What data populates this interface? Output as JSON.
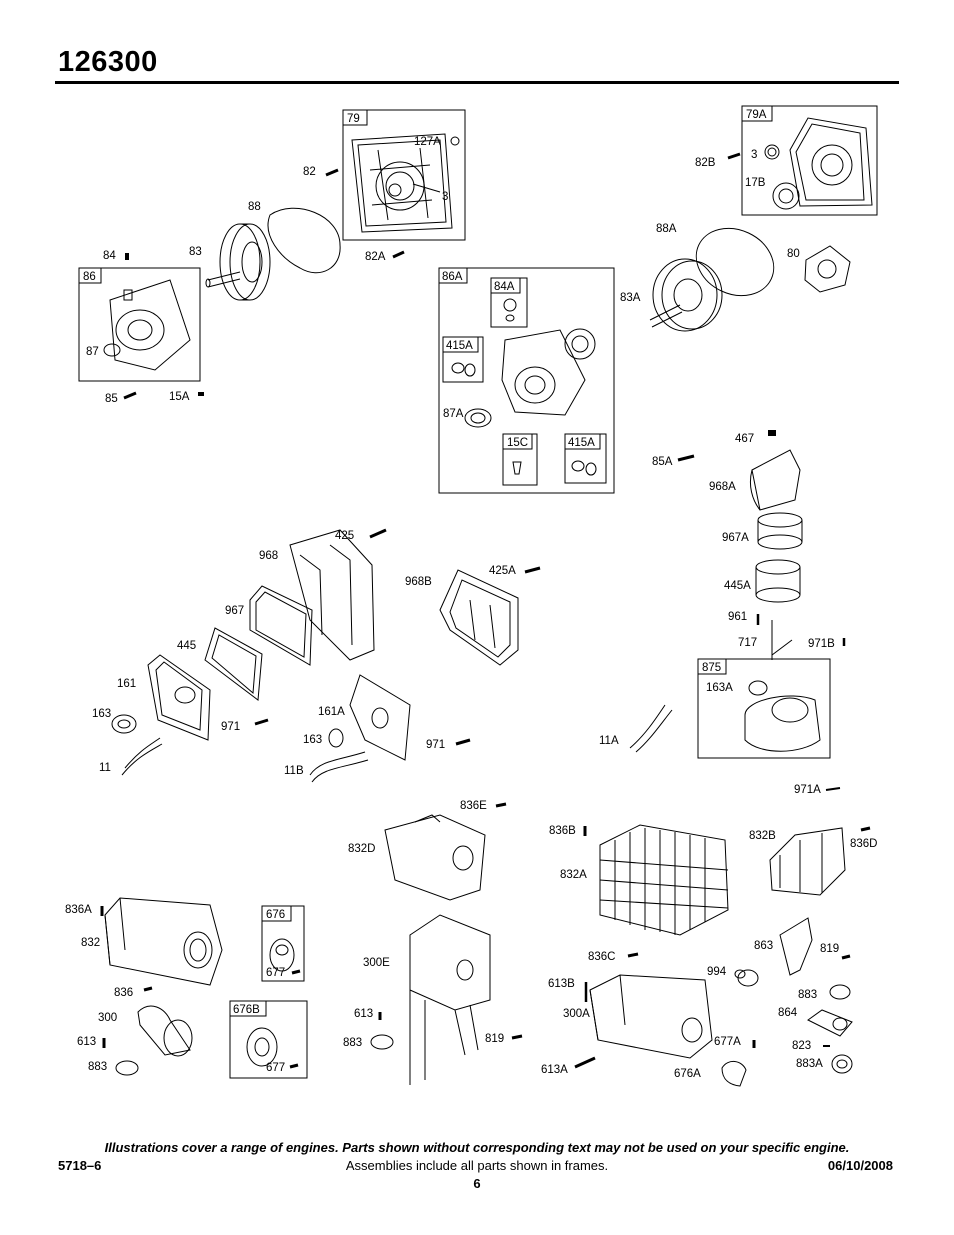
{
  "header": {
    "model": "126300"
  },
  "frames": [
    {
      "id": "f-79",
      "label": "79"
    },
    {
      "id": "f-79A",
      "label": "79A"
    },
    {
      "id": "f-86",
      "label": "86"
    },
    {
      "id": "f-86A",
      "label": "86A"
    },
    {
      "id": "f-84A",
      "label": "84A"
    },
    {
      "id": "f-415A-1",
      "label": "415A"
    },
    {
      "id": "f-15C",
      "label": "15C"
    },
    {
      "id": "f-415A-2",
      "label": "415A"
    },
    {
      "id": "f-875",
      "label": "875"
    },
    {
      "id": "f-676",
      "label": "676"
    },
    {
      "id": "f-676B",
      "label": "676B"
    }
  ],
  "parts": [
    "127A",
    "3",
    "82",
    "88",
    "82A",
    "84",
    "83",
    "87",
    "85",
    "15A",
    "87A",
    "3",
    "82B",
    "17B",
    "88A",
    "80",
    "83A",
    "85A",
    "467",
    "968A",
    "967A",
    "445A",
    "961",
    "717",
    "971B",
    "163A",
    "971A",
    "425",
    "968",
    "968B",
    "425A",
    "967",
    "445",
    "161",
    "163",
    "971",
    "11",
    "161A",
    "163",
    "971",
    "11B",
    "11A",
    "836E",
    "832D",
    "836B",
    "832A",
    "832B",
    "836D",
    "836A",
    "832",
    "836",
    "300",
    "613",
    "883",
    "677",
    "677",
    "300E",
    "613",
    "883",
    "819",
    "836C",
    "613B",
    "300A",
    "613A",
    "994",
    "676A",
    "677A",
    "863",
    "819",
    "883",
    "864",
    "823",
    "883A"
  ],
  "footer": {
    "disclaimer": "Illustrations cover a range of engines. Parts shown without corresponding text may not be used on your specific engine.",
    "doc_number": "5718–6",
    "assemblies_note": "Assemblies include all parts shown in frames.",
    "date": "06/10/2008",
    "page": "6"
  }
}
